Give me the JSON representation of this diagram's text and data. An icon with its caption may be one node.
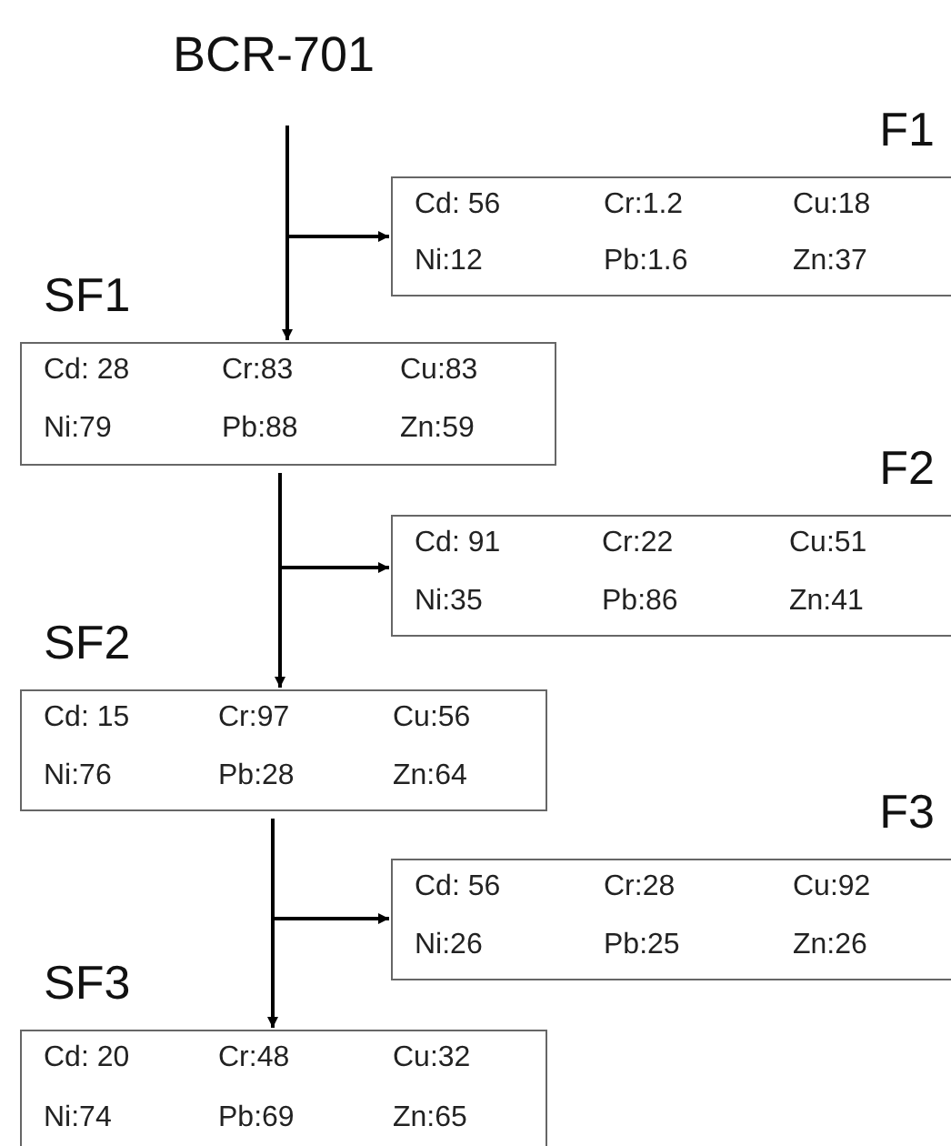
{
  "diagram": {
    "nodes": [
      {
        "text": [
          "BCR-701"
        ]
      },
      {
        "text": [
          "F1",
          "Cd: 56",
          "Cr:1.2",
          "Cu:18",
          "Ni:12",
          "Pb:1.6",
          "Zn:37"
        ]
      },
      {
        "text": [
          "SF1",
          "Cd: 28",
          "Cr:83",
          "Cu:83",
          "Ni:79",
          "Pb:88",
          "Zn:59"
        ]
      },
      {
        "text": [
          "F2",
          "Cd: 91",
          "Cr:22",
          "Cu:51",
          "Ni:35",
          "Pb:86",
          "Zn:41"
        ]
      },
      {
        "text": [
          "SF2",
          "Cd: 15",
          "Cr:97",
          "Cu:56",
          "Ni:76",
          "Pb:28",
          "Zn:64"
        ]
      },
      {
        "text": [
          "F3",
          "Cd: 56",
          "Cr:28",
          "Cu:92",
          "Ni:26",
          "Pb:25",
          "Zn:26"
        ]
      },
      {
        "text": [
          "SF3",
          "Cd: 20",
          "Cr:48",
          "Cu:32",
          "Ni:74",
          "Pb:69",
          "Zn:65"
        ]
      }
    ],
    "edges": [
      {
        "from": 0,
        "to": 2,
        "arrow": "to"
      },
      {
        "from": 0,
        "to": 1,
        "arrow": "to"
      },
      {
        "from": 2,
        "to": 4,
        "arrow": "to"
      },
      {
        "from": 2,
        "to": 3,
        "arrow": "to"
      },
      {
        "from": 4,
        "to": 6,
        "arrow": "to"
      },
      {
        "from": 4,
        "to": 5,
        "arrow": "to"
      }
    ]
  }
}
